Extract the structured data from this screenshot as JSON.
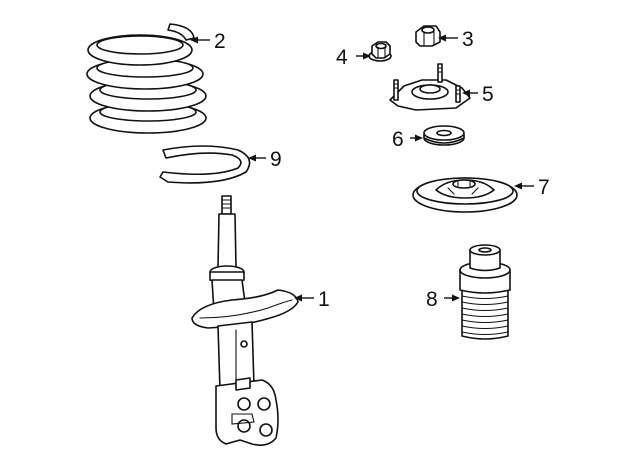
{
  "callouts": {
    "c1": "1",
    "c2": "2",
    "c3": "3",
    "c4": "4",
    "c5": "5",
    "c6": "6",
    "c7": "7",
    "c8": "8",
    "c9": "9"
  },
  "colors": {
    "line": "#111111",
    "background": "#ffffff"
  }
}
